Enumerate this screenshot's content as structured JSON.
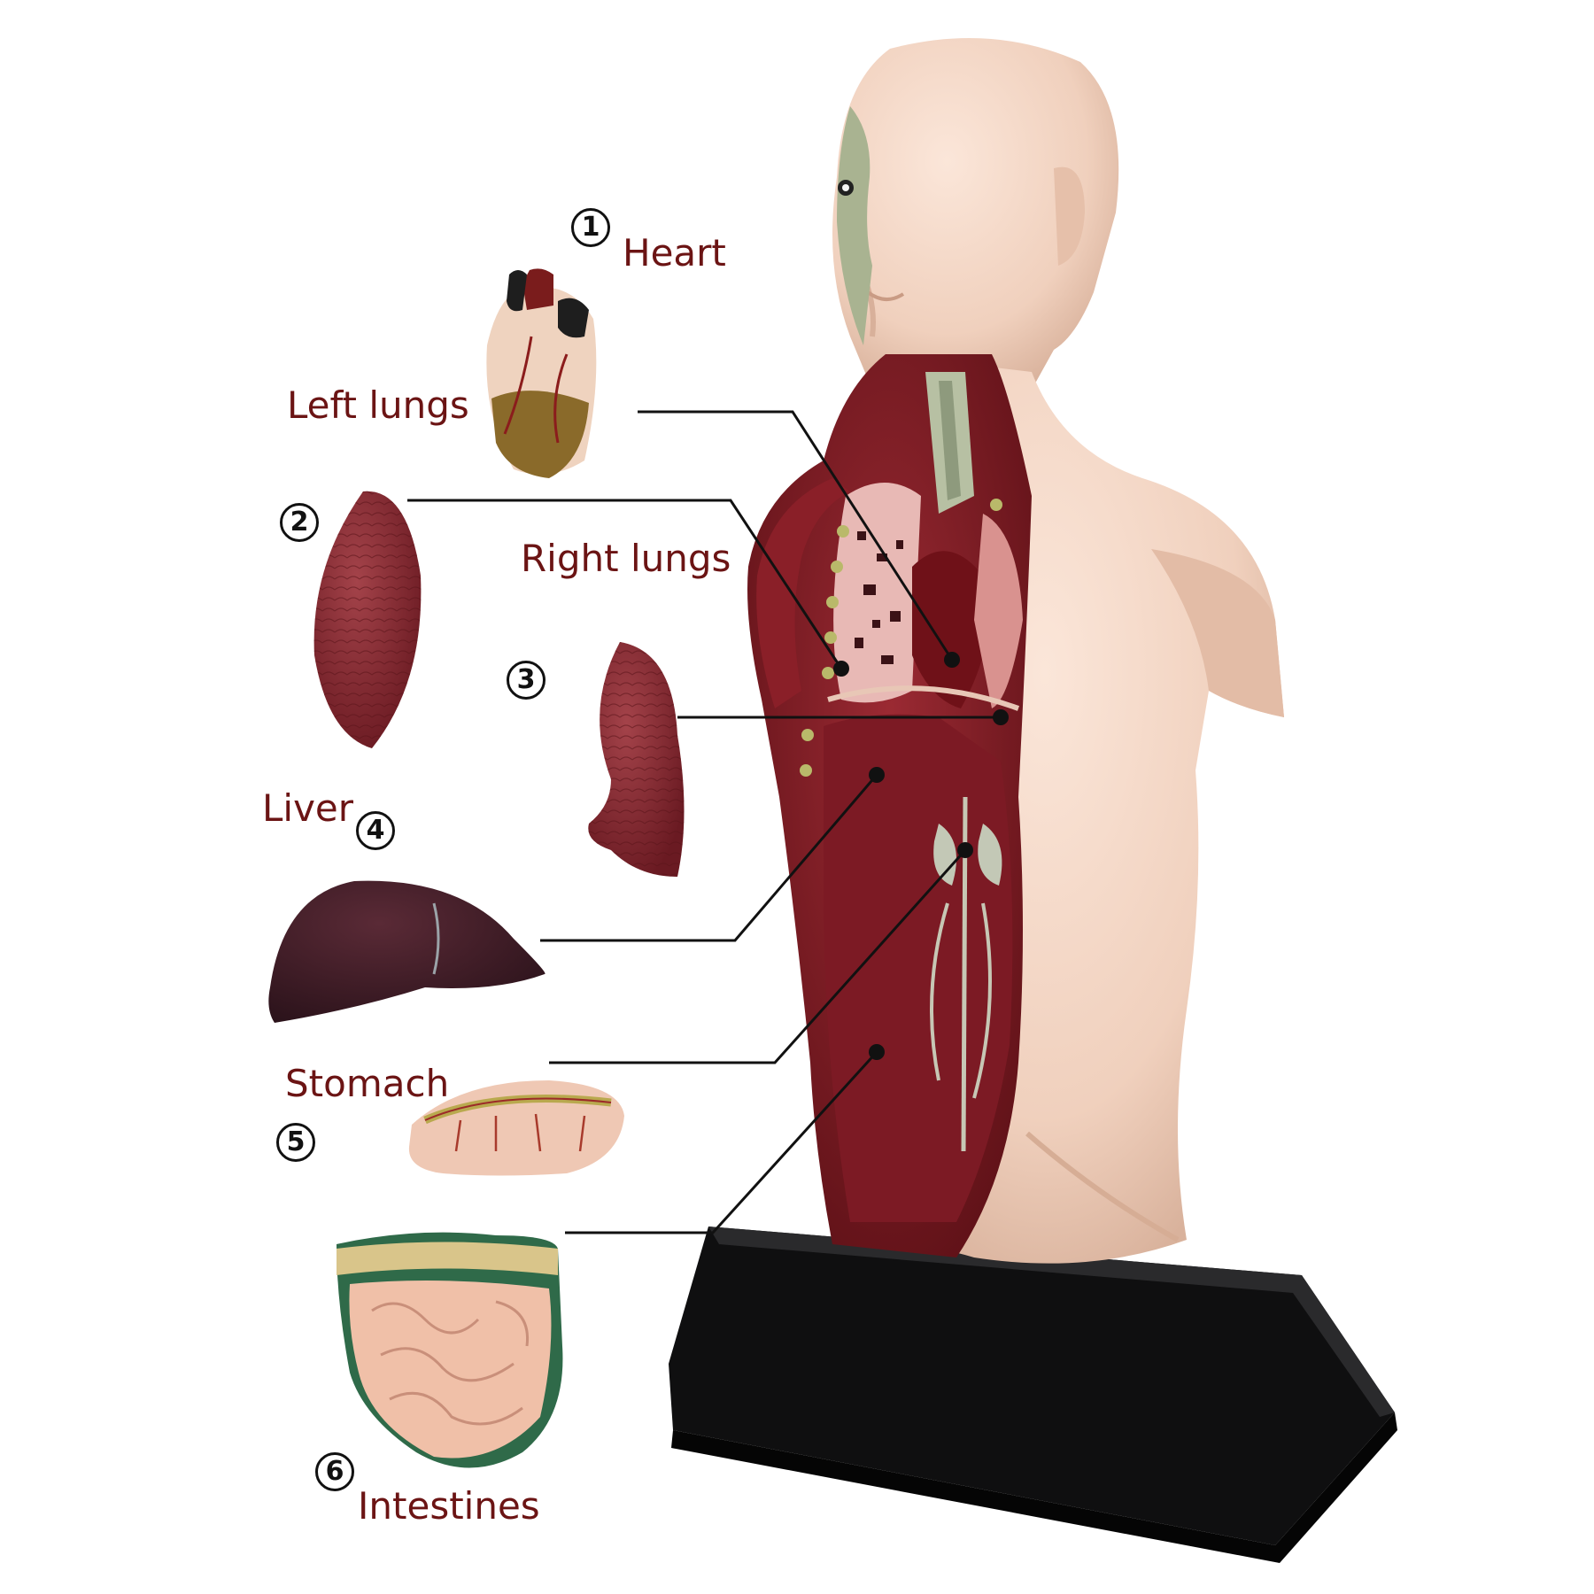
{
  "labels": {
    "heart": "Heart",
    "left_lungs": "Left lungs",
    "right_lungs": "Right  lungs",
    "liver": "Liver",
    "stomach": "Stomach",
    "intestines": "Intestines"
  },
  "numbers": {
    "n1": "1",
    "n2": "2",
    "n3": "3",
    "n4": "4",
    "n5": "5",
    "n6": "6"
  },
  "colors": {
    "label_text": "#6b1414",
    "leader_line": "#111111",
    "skin": "#f2d6c6",
    "muscle": "#7a1a22",
    "base": "#161616"
  },
  "icons": {
    "model": "human-torso-anatomy-model",
    "parts": [
      "heart",
      "left-lung",
      "right-lung",
      "liver",
      "stomach",
      "intestines"
    ]
  }
}
